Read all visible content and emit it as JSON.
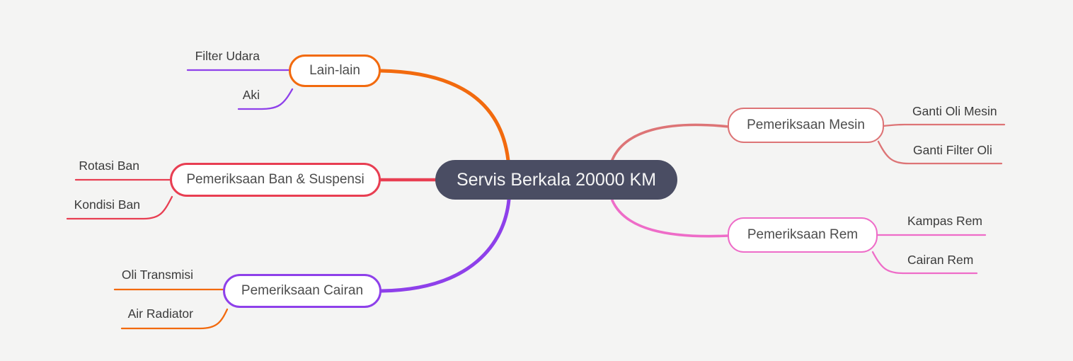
{
  "center": {
    "label": "Servis Berkala 20000 KM"
  },
  "branches": [
    {
      "label": "Lain-lain",
      "color": "orange",
      "children": [
        "Filter Udara",
        "Aki"
      ]
    },
    {
      "label": "Pemeriksaan Ban & Suspensi",
      "color": "red",
      "children": [
        "Rotasi Ban",
        "Kondisi Ban"
      ]
    },
    {
      "label": "Pemeriksaan Cairan",
      "color": "purple",
      "children": [
        "Oli Transmisi",
        "Air Radiator"
      ]
    },
    {
      "label": "Pemeriksaan Mesin",
      "color": "salmon",
      "children": [
        "Ganti Oli Mesin",
        "Ganti Filter Oli"
      ]
    },
    {
      "label": "Pemeriksaan Rem",
      "color": "pink",
      "children": [
        "Kampas Rem",
        "Cairan Rem"
      ]
    }
  ],
  "colors": {
    "bg": "#f4f4f3",
    "center-fill": "#4a4d63",
    "center-text": "#f5f5f5",
    "orange": "#f26a0e",
    "red": "#e83e52",
    "purple": "#8e40ea",
    "salmon": "#dd7476",
    "pink": "#ee6cc8",
    "node-text": "#4d4d4d",
    "leaf-text": "#3b3b3b"
  }
}
